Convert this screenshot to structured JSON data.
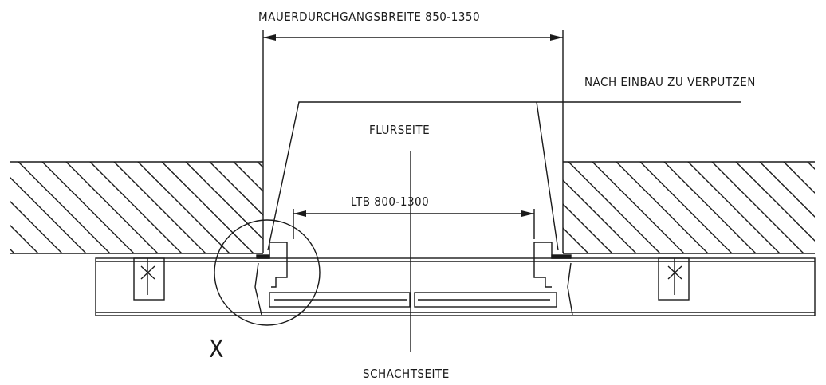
{
  "labels": {
    "wall_opening_width": "MAUERDURCHGANGSBREITE 850-1350",
    "plaster_note": "NACH EINBAU ZU VERPUTZEN",
    "corridor_side": "FLURSEITE",
    "clear_width": "LTB 800-1300",
    "shaft_side": "SCHACHTSEITE",
    "detail_marker": "X"
  },
  "colors": {
    "line": "#1a1a1a",
    "background": "#ffffff"
  }
}
